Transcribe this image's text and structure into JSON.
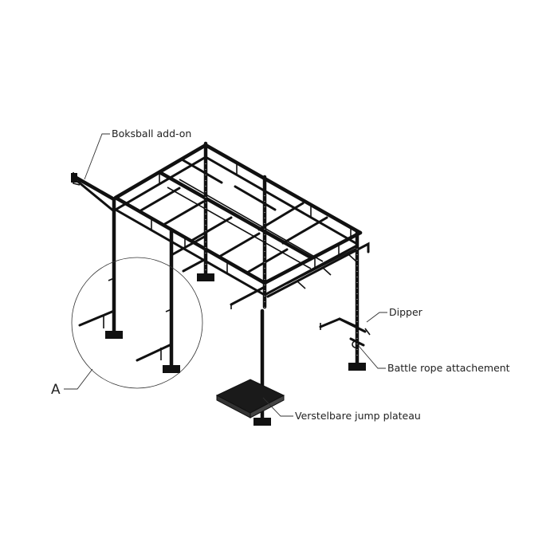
{
  "labels": {
    "boxing_ball": "Boksball add-on",
    "dipper": "Dipper",
    "battle_rope": "Battle rope attachement",
    "jump_plateau": "Verstelbare jump plateau",
    "detail": "A"
  },
  "colors": {
    "line": "#111111",
    "text": "#222222",
    "background": "#ffffff"
  }
}
